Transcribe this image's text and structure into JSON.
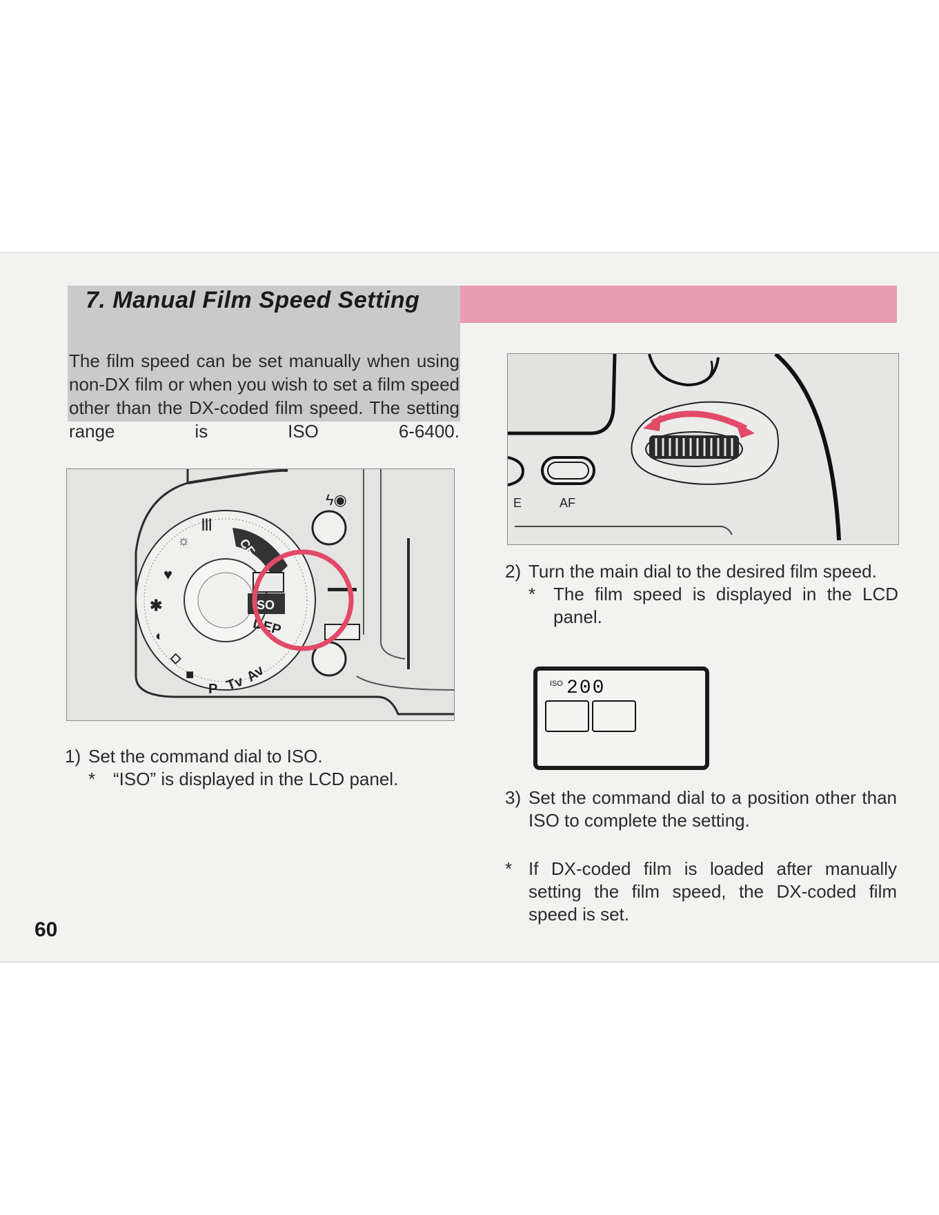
{
  "section": {
    "title": "7. Manual Film Speed Setting",
    "intro": "The film speed can be set manually when using non-DX film or when you wish to set a film speed other than the DX-coded film speed. The setting range is ISO 6-6400."
  },
  "dial_figure": {
    "labels": {
      "cf": "CF",
      "iso": "ISO",
      "dep": "DEP",
      "av": "Av",
      "tv": "Tv",
      "p": "P"
    }
  },
  "main_dial_figure": {
    "labels": {
      "e": "E",
      "af": "AF"
    }
  },
  "lcd_figure": {
    "iso_label": "ISO",
    "value": "200"
  },
  "steps": [
    {
      "number": "1)",
      "text": "Set the command dial to ISO.",
      "note": {
        "marker": "*",
        "text": "“ISO” is displayed in the LCD panel."
      }
    },
    {
      "number": "2)",
      "text": "Turn the main dial to the desired film speed.",
      "note": {
        "marker": "*",
        "text": "The film speed is displayed in the LCD panel."
      }
    },
    {
      "number": "3)",
      "text": "Set the command dial to a position other than ISO to complete the setting."
    }
  ],
  "footnote": {
    "marker": "*",
    "text": "If DX-coded film is loaded after manually setting the film speed, the DX-coded film speed is set."
  },
  "page_number": "60",
  "colors": {
    "title_band": "#ea9cb2",
    "highlight": "#e24a68",
    "intro_background": "#cacaca"
  }
}
